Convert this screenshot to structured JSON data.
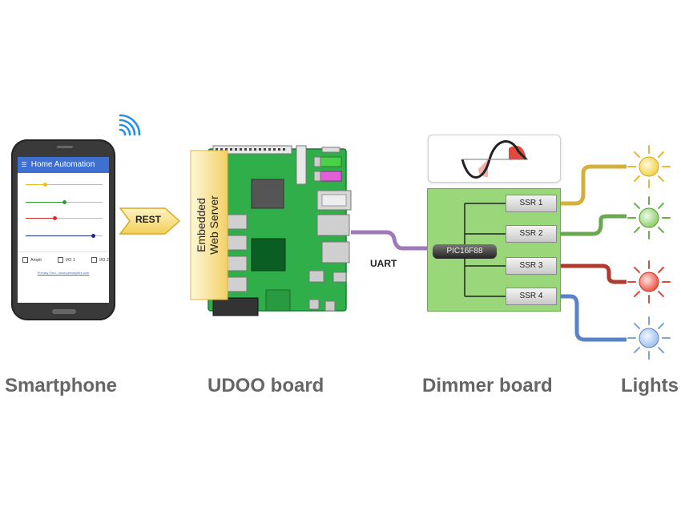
{
  "captions": {
    "smartphone": "Smartphone",
    "udoo": "UDOO board",
    "dimmer": "Dimmer board",
    "lights": "Lights"
  },
  "phone": {
    "app_title": "Home Automation",
    "sliders": [
      {
        "color": "#e8c21a",
        "level": 0.25
      },
      {
        "color": "#2e9a2e",
        "level": 0.5
      },
      {
        "color": "#d62d2d",
        "level": 0.38
      },
      {
        "color": "#1a2a8a",
        "level": 0.88
      }
    ],
    "checkboxes": [
      "Ampli",
      "I/O 1",
      "I/O 2"
    ],
    "footer_link": "Primary Font - www.primaryfont.com"
  },
  "connections": {
    "rest": "REST",
    "uart": "UART",
    "uart_color": "#a07ab8"
  },
  "udoo": {
    "web_server_line1": "Embedded",
    "web_server_line2": "Web Server"
  },
  "dimmer": {
    "mcu": "PIC16F88",
    "ssr": [
      "SSR 1",
      "SSR 2",
      "SSR 3",
      "SSR 4"
    ]
  },
  "lights": [
    {
      "name": "yellow",
      "color": "#f2d24b",
      "wire": "#d4b03a"
    },
    {
      "name": "green",
      "color": "#9ad77a",
      "wire": "#6aa84f"
    },
    {
      "name": "red",
      "color": "#f05a4a",
      "wire": "#b03a2e"
    },
    {
      "name": "blue",
      "color": "#a9c8f2",
      "wire": "#5a82c8"
    }
  ]
}
